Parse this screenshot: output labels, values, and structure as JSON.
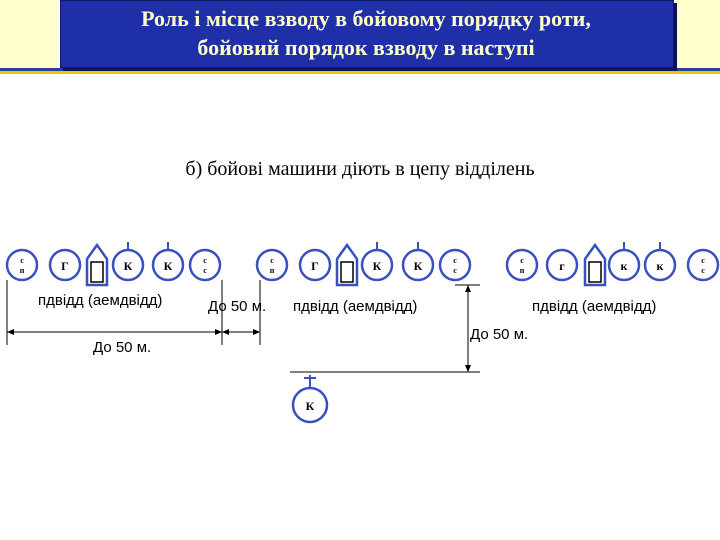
{
  "title": {
    "line1": "Роль і місце взводу в бойовому порядку роти,",
    "line2": "бойовий порядок взводу в наступі"
  },
  "subtitle": "б) бойові машини діють в цепу відділень",
  "groups": [
    {
      "units": [
        "сп",
        "Г",
        "vehicle",
        "К",
        "К",
        "сс"
      ],
      "label": "пдвідд (аемдвідд)"
    },
    {
      "units": [
        "сп",
        "Г",
        "vehicle",
        "К",
        "К",
        "сс"
      ],
      "label": "пдвідд (аемдвідд)"
    },
    {
      "units": [
        "сп",
        "г",
        "vehicle",
        "к",
        "к",
        "сс"
      ],
      "label": "пдвідд (аемдвідд)"
    }
  ],
  "commander_unit": "К",
  "distances": {
    "between_groups": "До 50 м.",
    "group_width": "До 50 м.",
    "commander_offset": "До 50 м."
  },
  "colors": {
    "title_bg": "#1f2fa8",
    "title_text": "#ffffcc",
    "circle_stroke": "#3a4fc0",
    "accent_yellow": "#f2c200"
  }
}
